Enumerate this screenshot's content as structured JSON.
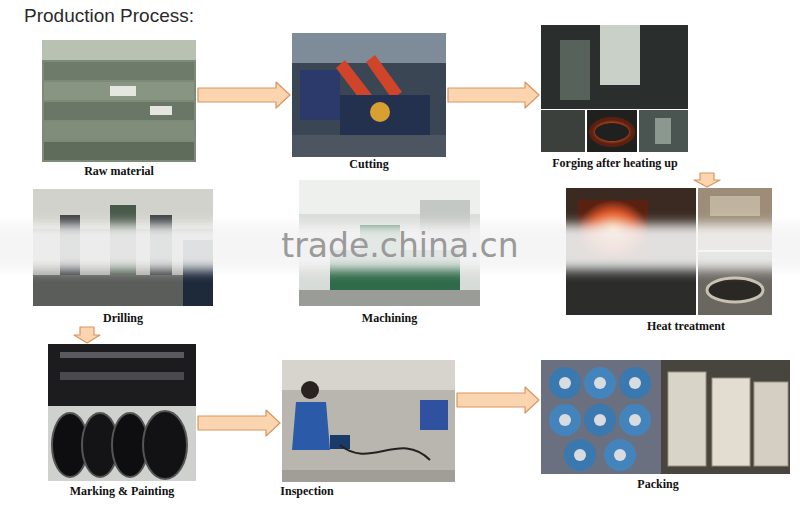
{
  "diagram": {
    "title": "Production Process:",
    "nodes": [
      {
        "text": [
          "Raw material"
        ]
      },
      {
        "text": [
          "Cutting"
        ]
      },
      {
        "text": [
          "Forging after heating up"
        ]
      },
      {
        "text": [
          "Drilling"
        ]
      },
      {
        "text": [
          "Machining"
        ]
      },
      {
        "text": [
          "Heat treatment"
        ]
      },
      {
        "text": [
          "Marking & Painting"
        ]
      },
      {
        "text": [
          "Inspection"
        ]
      },
      {
        "text": [
          "Packing"
        ]
      }
    ],
    "edges": [
      {
        "from": 0,
        "to": 1,
        "arrow": "to"
      },
      {
        "from": 1,
        "to": 2,
        "arrow": "to"
      },
      {
        "from": 2,
        "to": 5,
        "arrow": "to"
      },
      {
        "from": 3,
        "to": 6,
        "arrow": "to"
      },
      {
        "from": 6,
        "to": 7,
        "arrow": "to"
      },
      {
        "from": 7,
        "to": 8,
        "arrow": "to"
      }
    ],
    "labels": [
      "trade.china.cn"
    ]
  }
}
